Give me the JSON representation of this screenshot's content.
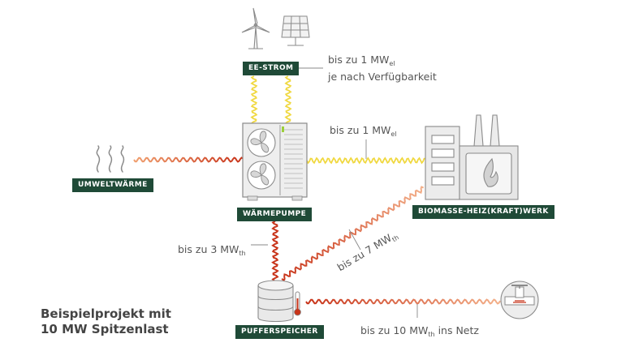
{
  "labels": {
    "ee_strom": "EE-STROM",
    "umweltwaerme": "UMWELTWÄRME",
    "waermepumpe": "WÄRMEPUMPE",
    "biomasse": "BIOMASSE-HEIZ(KRAFT)WERK",
    "pufferspeicher": "PUFFERSPEICHER"
  },
  "notes": {
    "ee_main": "bis zu 1 MW",
    "ee_sub": "el",
    "ee_line2": "je nach Verfügbarkeit",
    "wp_main": "bis zu 1 MW",
    "wp_sub": "el",
    "puffer_main": "bis zu 3 MW",
    "puffer_sub": "th",
    "bio_main": "bis zu 7 MW",
    "bio_sub": "th",
    "netz_main": "bis zu 10 MW",
    "netz_sub": "th",
    "netz_suffix": " ins Netz"
  },
  "headline": {
    "line1": "Beispielprojekt mit",
    "line2": "10 MW Spitzenlast"
  },
  "colors": {
    "electric_wave": "#f0d840",
    "heat_wave": "#c8341a",
    "label_bg": "#1f4a37"
  },
  "icons": [
    "wind-turbine-icon",
    "solar-panel-icon",
    "heat-waves-icon",
    "heat-pump-icon",
    "biomass-plant-icon",
    "buffer-tank-icon",
    "thermometer-icon",
    "district-heating-valve-icon"
  ]
}
